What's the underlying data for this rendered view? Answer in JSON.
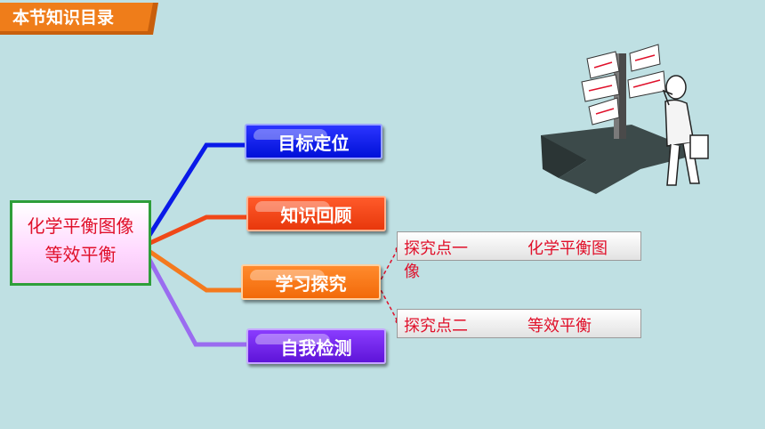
{
  "header": {
    "title": "本节知识目录",
    "color": "#ef7d1a"
  },
  "center": {
    "line1": "化学平衡图像",
    "line2": "等效平衡"
  },
  "branches": [
    {
      "label": "目标定位",
      "color": "#0a1ae8"
    },
    {
      "label": "知识回顾",
      "color": "#f04818"
    },
    {
      "label": "学习探究",
      "color": "#f47a1e"
    },
    {
      "label": "自我检测",
      "color": "#7a2ee8"
    }
  ],
  "subs": [
    {
      "point": "探究点一",
      "topic": "化学平衡图",
      "wrap": "像"
    },
    {
      "point": "探究点二",
      "topic": "等效平衡"
    }
  ],
  "illustration": {
    "icon": "thinking-man-at-signpost-icon"
  }
}
